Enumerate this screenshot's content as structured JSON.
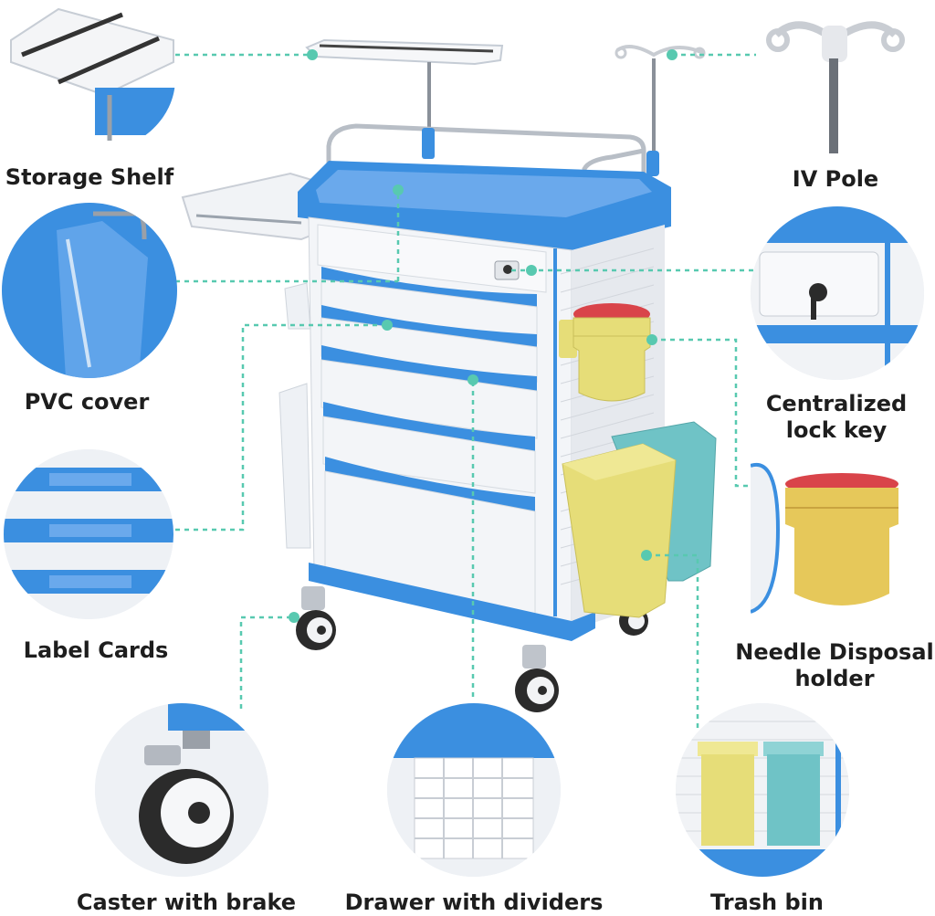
{
  "labels": {
    "storage_shelf": "Storage Shelf",
    "iv_pole": "IV Pole",
    "pvc_cover": "PVC cover",
    "centralized_lock_key_line1": "Centralized",
    "centralized_lock_key_line2": "lock key",
    "label_cards": "Label Cards",
    "needle_disposal_line1": "Needle Disposal",
    "needle_disposal_line2": "holder",
    "caster_with_brake": "Caster with brake",
    "drawer_with_dividers": "Drawer with dividers",
    "trash_bin": "Trash bin"
  },
  "colors": {
    "accent_blue": "#3b8fe0",
    "callout_teal": "#58c9b0",
    "sharps_lid_red": "#d9444a",
    "bin_yellow": "#e6dd78",
    "bin_teal": "#6fc3c6",
    "cart_white": "#f3f5f8"
  },
  "icons": [
    "lock-key-icon"
  ]
}
